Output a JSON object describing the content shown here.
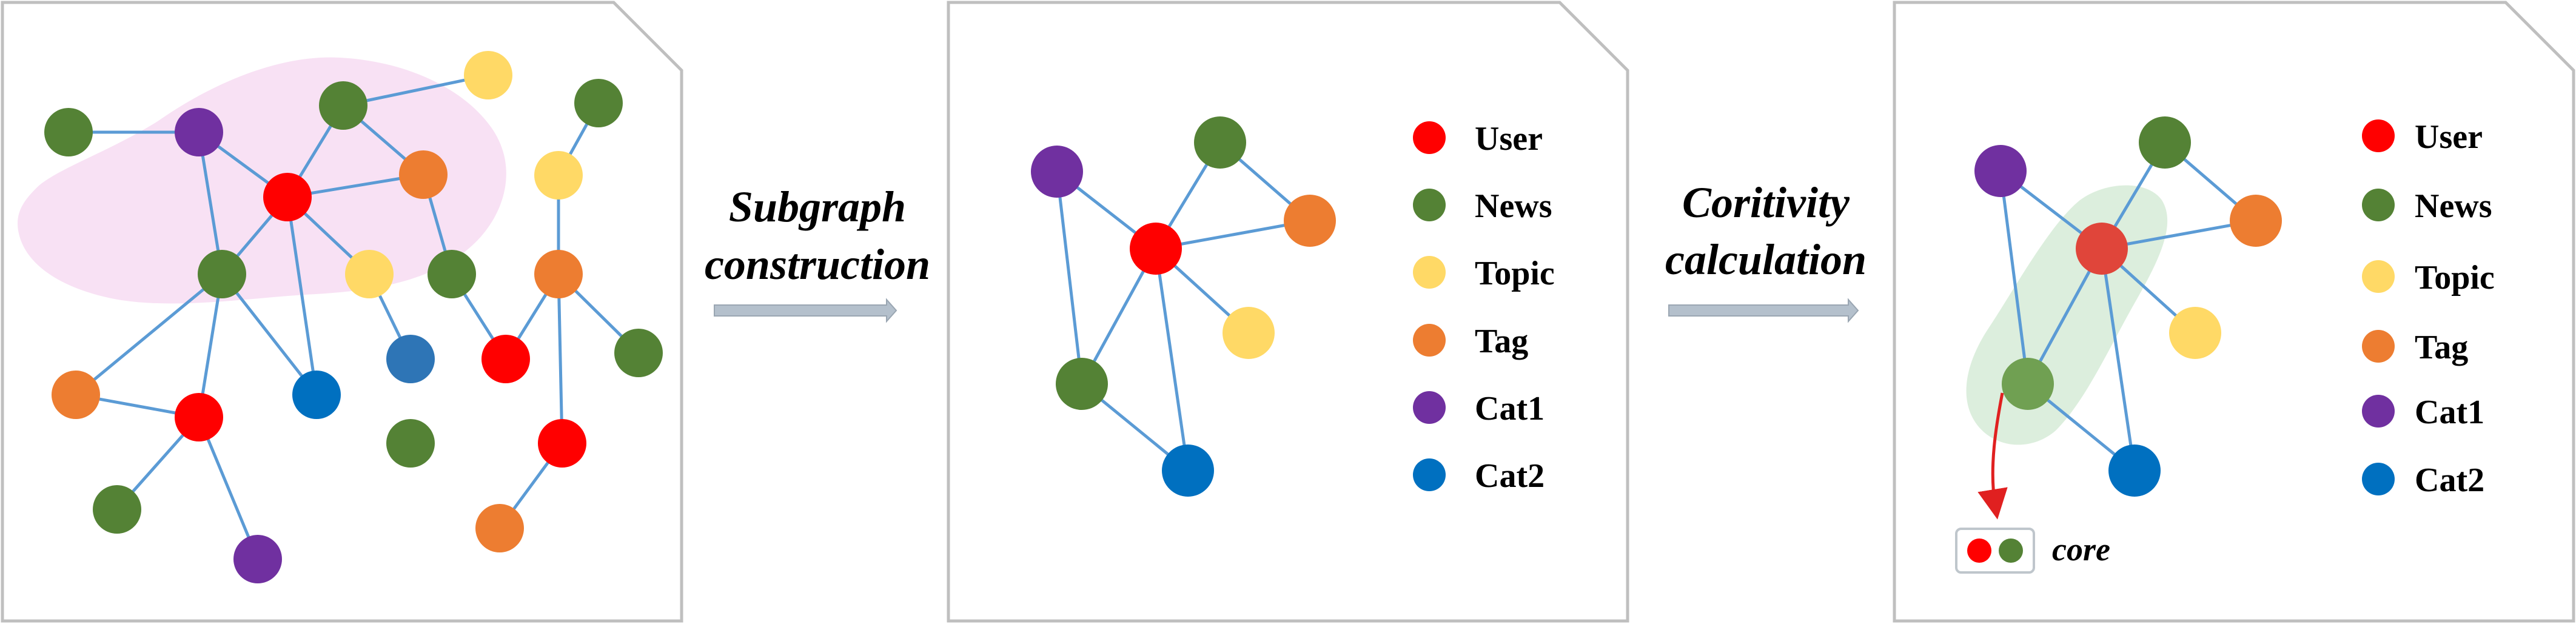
{
  "step1_label": {
    "line1": "Subgraph",
    "line2": "construction"
  },
  "step2_label": {
    "line1": "Coritivity",
    "line2": "calculation"
  },
  "legend": [
    {
      "label": "User",
      "color": "#ff0000"
    },
    {
      "label": "News",
      "color": "#548235"
    },
    {
      "label": "Topic",
      "color": "#ffd966"
    },
    {
      "label": "Tag",
      "color": "#ed7d31"
    },
    {
      "label": "Cat1",
      "color": "#7030a0"
    },
    {
      "label": "Cat2",
      "color": "#0070c0"
    }
  ],
  "core_label": "core",
  "colors": {
    "user": "#ff0000",
    "news": "#548235",
    "topic": "#ffd966",
    "tag": "#ed7d31",
    "cat1": "#7030a0",
    "cat2": "#0070c0",
    "edge": "#5b9bd5",
    "highlight_pink": "#f8e1f4",
    "highlight_green": "#dceedd"
  }
}
